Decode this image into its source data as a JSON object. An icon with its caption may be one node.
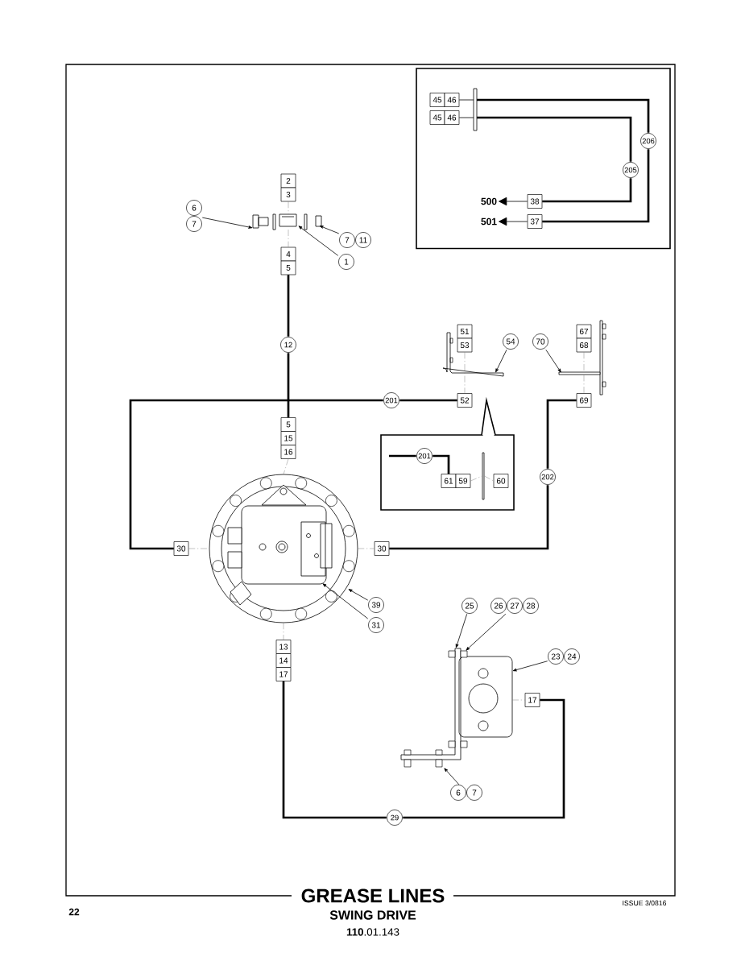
{
  "diagram": {
    "title": "GREASE LINES",
    "nodes": [
      {
        "text": [],
        "shape": "box"
      },
      {
        "text": [
          "45",
          "46"
        ],
        "in": 0
      },
      {
        "text": [
          "45",
          "46"
        ],
        "in": 0
      },
      {
        "text": [],
        "shape": "bar",
        "in": 0
      },
      {
        "text": [
          "206"
        ],
        "in": 0
      },
      {
        "text": [
          "205"
        ],
        "in": 0
      },
      {
        "text": [
          "38"
        ],
        "in": 0
      },
      {
        "text": [
          "500"
        ],
        "in": 0
      },
      {
        "text": [
          "37"
        ],
        "in": 0
      },
      {
        "text": [
          "501"
        ],
        "in": 0
      },
      {
        "text": [
          "2",
          "3"
        ]
      },
      {
        "text": [
          "6",
          "7"
        ]
      },
      {
        "text": [],
        "shape": "picture"
      },
      {
        "text": [
          "7",
          "11"
        ]
      },
      {
        "text": [
          "4",
          "5"
        ]
      },
      {
        "text": [
          "1"
        ]
      },
      {
        "text": [
          "12"
        ]
      },
      {
        "text": [
          "51",
          "53"
        ]
      },
      {
        "text": [],
        "shape": "picture"
      },
      {
        "text": [
          "54"
        ]
      },
      {
        "text": [
          "70"
        ]
      },
      {
        "text": [],
        "shape": "bar"
      },
      {
        "text": [
          "67",
          "68"
        ]
      },
      {
        "text": [
          "201"
        ]
      },
      {
        "text": [
          "52"
        ]
      },
      {
        "text": [
          "69"
        ]
      },
      {
        "text": [
          "5",
          "15",
          "16"
        ]
      },
      {
        "text": [],
        "shape": "box"
      },
      {
        "text": [
          "201"
        ],
        "in": 27
      },
      {
        "text": [
          "61",
          "59"
        ],
        "in": 27
      },
      {
        "text": [],
        "shape": "bar",
        "in": 27
      },
      {
        "text": [
          "60"
        ],
        "in": 27
      },
      {
        "text": [
          "202"
        ]
      },
      {
        "text": [
          "30"
        ]
      },
      {
        "text": [],
        "shape": "picture"
      },
      {
        "text": [
          "30"
        ]
      },
      {
        "text": [
          "39"
        ]
      },
      {
        "text": [
          "31"
        ]
      },
      {
        "text": [
          "25"
        ]
      },
      {
        "text": [
          "26",
          "27",
          "28"
        ]
      },
      {
        "text": [
          "13",
          "14",
          "17"
        ]
      },
      {
        "text": [
          "23",
          "24"
        ]
      },
      {
        "text": [],
        "shape": "picture"
      },
      {
        "text": [
          "17"
        ]
      },
      {
        "text": [
          "29"
        ]
      },
      {
        "text": [
          "6",
          "7"
        ]
      }
    ],
    "edges": [
      {
        "from": 14,
        "to": 16,
        "arrow": "none",
        "style": "thick"
      },
      {
        "from": 16,
        "to": 26,
        "arrow": "none",
        "style": "thick"
      },
      {
        "from": 33,
        "to": 23,
        "arrow": "none",
        "style": "thick"
      },
      {
        "from": 23,
        "to": 24,
        "arrow": "none",
        "style": "thick"
      },
      {
        "from": 35,
        "to": 32,
        "arrow": "none",
        "style": "thick"
      },
      {
        "from": 32,
        "to": 25,
        "arrow": "none",
        "style": "thick"
      },
      {
        "from": 40,
        "to": 44,
        "arrow": "none",
        "style": "thick"
      },
      {
        "from": 44,
        "to": 43,
        "arrow": "none",
        "style": "thick"
      },
      {
        "from": 3,
        "to": 4,
        "arrow": "none",
        "style": "thick"
      },
      {
        "from": 4,
        "to": 8,
        "arrow": "none",
        "style": "thick"
      },
      {
        "from": 3,
        "to": 5,
        "arrow": "none",
        "style": "thick"
      },
      {
        "from": 5,
        "to": 6,
        "arrow": "none",
        "style": "thick"
      },
      {
        "from": null,
        "to": 28,
        "arrow": "none",
        "style": "thick"
      },
      {
        "from": 28,
        "to": 29,
        "arrow": "none",
        "style": "thick"
      },
      {
        "from": 1,
        "to": 3,
        "arrow": "none"
      },
      {
        "from": 2,
        "to": 3,
        "arrow": "none"
      },
      {
        "from": 6,
        "to": 7,
        "arrow": "to"
      },
      {
        "from": 8,
        "to": 9,
        "arrow": "to"
      },
      {
        "from": 10,
        "to": 12,
        "arrow": "none",
        "style": "dashed",
        "color": "#808080"
      },
      {
        "from": 12,
        "to": 14,
        "arrow": "none",
        "style": "dashed",
        "color": "#808080"
      },
      {
        "from": 17,
        "to": 24,
        "arrow": "none",
        "style": "dashed",
        "color": "#808080"
      },
      {
        "from": 22,
        "to": 21,
        "arrow": "none",
        "style": "dashed",
        "color": "#808080"
      },
      {
        "from": 29,
        "to": 30,
        "arrow": "none",
        "style": "dashed",
        "color": "#808080"
      },
      {
        "from": 30,
        "to": 31,
        "arrow": "none",
        "style": "dashed",
        "color": "#808080"
      },
      {
        "from": 33,
        "to": 34,
        "arrow": "none",
        "style": "dashed",
        "color": "#808080"
      },
      {
        "from": 34,
        "to": 35,
        "arrow": "none",
        "style": "dashed",
        "color": "#808080"
      },
      {
        "from": 26,
        "to": 34,
        "arrow": "none",
        "style": "dashed",
        "color": "#808080"
      },
      {
        "from": 34,
        "to": 40,
        "arrow": "none",
        "style": "dashed",
        "color": "#808080"
      },
      {
        "from": 42,
        "to": 43,
        "arrow": "none",
        "style": "dashed",
        "color": "#808080"
      },
      {
        "from": 11,
        "to": 12,
        "arrow": "to"
      },
      {
        "from": 13,
        "to": 12,
        "arrow": "to"
      },
      {
        "from": 15,
        "to": 12,
        "arrow": "to"
      },
      {
        "from": 19,
        "to": 18,
        "arrow": "to"
      },
      {
        "from": 20,
        "to": 21,
        "arrow": "to"
      },
      {
        "from": 36,
        "to": 34,
        "arrow": "to"
      },
      {
        "from": 37,
        "to": 34,
        "arrow": "to"
      },
      {
        "from": 38,
        "to": 42,
        "arrow": "to"
      },
      {
        "from": 39,
        "to": 42,
        "arrow": "to"
      },
      {
        "from": 41,
        "to": 42,
        "arrow": "to"
      },
      {
        "from": 45,
        "to": 42,
        "arrow": "to"
      },
      {
        "from": 21,
        "to": 25,
        "arrow": "none",
        "style": "dashed",
        "color": "#808080"
      }
    ],
    "labels": [
      "22",
      "ISSUE 3/0816",
      "SWING DRIVE",
      "**110**.01.143"
    ]
  }
}
